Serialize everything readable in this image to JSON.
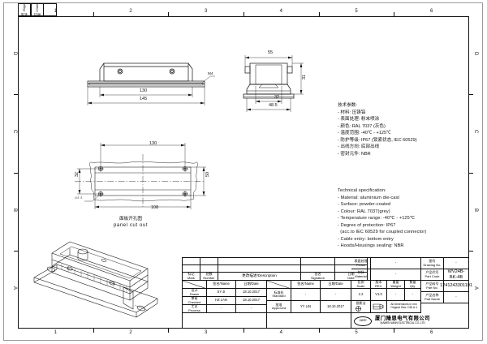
{
  "sheet": {
    "ruler_numbers": [
      "1",
      "2",
      "3",
      "4",
      "5",
      "6"
    ],
    "ruler_letters": [
      "D",
      "C",
      "B",
      "A"
    ],
    "corner_stamp": {
      "col1_cn": "签名",
      "col1_en": "Sign",
      "col2_cn": "日期",
      "col2_en": "Date"
    }
  },
  "views": {
    "front_view": {
      "dim_130": "130",
      "dim_145": "145",
      "dim_m4": "M4"
    },
    "side_view": {
      "dim_55": "55",
      "dim_31": "31",
      "dim_32": "32",
      "dim_485": "48.5"
    },
    "panel_cutout": {
      "dim_130": "130",
      "dim_108": "108",
      "dim_32": "32",
      "dim_50": "50",
      "dim_hole": "⌀4.4",
      "caption_cn": "面板开孔图",
      "caption_en": "panel cut out"
    }
  },
  "specs": {
    "cn_title": "技术参数:",
    "cn_lines": [
      "- 材料: 压铸铝",
      "- 表面处理: 粉末喷涂",
      "- 颜色: RAL 7037 (灰色)",
      "- 温度范围: -40℃ - +125℃",
      "- 防护等级: IP67 (锁紧状态, IEC 60529)",
      "- 出线方向: 底部出线",
      "- 密封元件: NBR"
    ],
    "en_title": "Technical specification:",
    "en_lines": [
      "- Material: aluminium die-cast",
      "- Surface: powder-coated",
      "- Colour: RAL 7037(grey)",
      "- Temperature range: -40℃ - +125℃",
      "- Degree of protection: IP67",
      "  (acc.to IEC 60529 for coupled connector)",
      "- Cable entry: bottom entry",
      "- Hoods/Housings sealing: NBR"
    ]
  },
  "title_block": {
    "revision_table": {
      "headers": [
        {
          "cn": "标记",
          "en": "Mark"
        },
        {
          "cn": "处数",
          "en": "Number"
        },
        {
          "cn": "更改描述",
          "en": "Description"
        },
        {
          "cn": "签名",
          "en": "Signature"
        },
        {
          "cn": "日期",
          "en": "Date"
        }
      ],
      "empty_rows": 2
    },
    "sign_table": {
      "col_name": {
        "cn": "签名",
        "en": "Name"
      },
      "col_date": {
        "cn": "日期",
        "en": "Date"
      },
      "rows": [
        {
          "role_cn": "设计",
          "role_en": "Drawn",
          "name": "SY JI",
          "date": "18.10.2017"
        },
        {
          "role_cn": "审核",
          "role_en": "Checked",
          "name": "HZ LAN",
          "date": "18.10.2017"
        },
        {
          "role_cn": "工艺",
          "role_en": "Process",
          "name": "-",
          "date": "-"
        },
        {
          "role_cn": "标准化",
          "role_en": "Standard",
          "name": "-",
          "date": "-"
        },
        {
          "role_cn": "批准",
          "role_en": "Approved",
          "name": "YY LIN",
          "date": "18.10.2017"
        }
      ]
    },
    "attributes": {
      "finish": {
        "cn": "表面处理",
        "en": "Finish",
        "value": "-"
      },
      "material": {
        "cn": "材料",
        "en": "Material",
        "value": "-"
      },
      "scale": {
        "cn": "比例",
        "en": "Scale",
        "value": "1:2"
      },
      "rev": {
        "cn": "版本",
        "en": "REV.",
        "value": "V1.0"
      },
      "weight": {
        "cn": "重量",
        "en": "Weight",
        "value": "-"
      },
      "qty": {
        "cn": "数量",
        "en": "Qty.",
        "value": "-"
      },
      "drawing_no": {
        "cn": "图号",
        "en": "Drawing No.",
        "value": "-"
      },
      "part_code": {
        "cn": "产品代号",
        "en": "Part Code",
        "value": "WV24B-BK-4B"
      },
      "part_no": {
        "cn": "产品料号",
        "en": "Part No.",
        "value": "1241243301101"
      },
      "part_name": {
        "cn": "产品名称",
        "en": "Part Name",
        "value": "-"
      }
    },
    "notes": {
      "units_line1": "All Dimensions in mm",
      "units_line2": "Original Size: DIN A 4",
      "projection_cn": "投影法",
      "projection_en": "Projection"
    },
    "company": {
      "logo_text": "XIATE",
      "name_cn": "厦门隆恩电气有限公司",
      "name_en": "XIAMEN WAIN ELECTRICAL CO.,LTD"
    }
  }
}
